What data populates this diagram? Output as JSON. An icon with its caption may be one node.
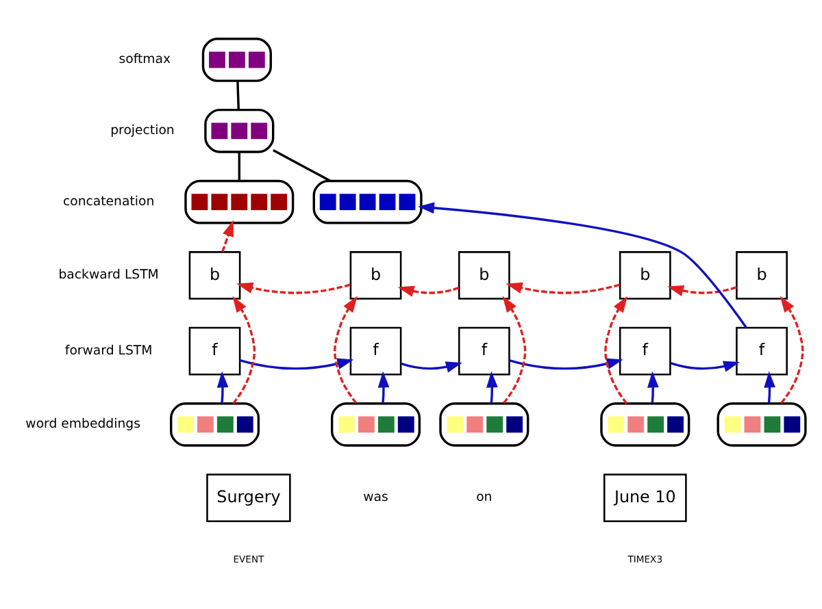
{
  "diagram": {
    "nodes": [
      {
        "text": [],
        "shape": "bar"
      },
      {
        "text": [],
        "shape": "bar"
      },
      {
        "text": [],
        "shape": "bar"
      },
      {
        "text": [],
        "shape": "bar"
      },
      {
        "text": [
          "b"
        ]
      },
      {
        "text": [
          "b"
        ]
      },
      {
        "text": [
          "b"
        ]
      },
      {
        "text": [
          "b"
        ]
      },
      {
        "text": [
          "b"
        ]
      },
      {
        "text": [
          "f"
        ]
      },
      {
        "text": [
          "f"
        ]
      },
      {
        "text": [
          "f"
        ]
      },
      {
        "text": [
          "f"
        ]
      },
      {
        "text": [
          "f"
        ]
      },
      {
        "text": [],
        "shape": "bar"
      },
      {
        "text": [],
        "shape": "bar"
      },
      {
        "text": [],
        "shape": "bar"
      },
      {
        "text": [],
        "shape": "bar"
      },
      {
        "text": [],
        "shape": "bar"
      },
      {
        "text": [
          "Surgery"
        ],
        "beside": [
          "EVENT"
        ]
      },
      {
        "text": [
          "June 10"
        ],
        "beside": [
          "TIMEX3"
        ]
      }
    ],
    "edges": [
      {
        "from": 1,
        "to": 0,
        "arrow": "none",
        "color": "#000000"
      },
      {
        "from": 2,
        "to": 1,
        "arrow": "none",
        "color": "#000000"
      },
      {
        "from": 3,
        "to": 1,
        "arrow": "none",
        "color": "#000000"
      },
      {
        "from": 4,
        "to": 2,
        "arrow": "to",
        "style": "dashed",
        "color": "#e02020"
      },
      {
        "from": 13,
        "to": 3,
        "arrow": "to",
        "color": "#1010c0"
      },
      {
        "from": 8,
        "to": 7,
        "arrow": "to",
        "style": "dashed",
        "color": "#e02020"
      },
      {
        "from": 7,
        "to": 6,
        "arrow": "to",
        "style": "dashed",
        "color": "#e02020"
      },
      {
        "from": 6,
        "to": 5,
        "arrow": "to",
        "style": "dashed",
        "color": "#e02020"
      },
      {
        "from": 5,
        "to": 4,
        "arrow": "to",
        "style": "dashed",
        "color": "#e02020"
      },
      {
        "from": 9,
        "to": 10,
        "arrow": "to",
        "color": "#1010c0"
      },
      {
        "from": 10,
        "to": 11,
        "arrow": "to",
        "color": "#1010c0"
      },
      {
        "from": 11,
        "to": 12,
        "arrow": "to",
        "color": "#1010c0"
      },
      {
        "from": 12,
        "to": 13,
        "arrow": "to",
        "color": "#1010c0"
      },
      {
        "from": 14,
        "to": 9,
        "arrow": "to",
        "color": "#1010c0"
      },
      {
        "from": 15,
        "to": 10,
        "arrow": "to",
        "color": "#1010c0"
      },
      {
        "from": 16,
        "to": 11,
        "arrow": "to",
        "color": "#1010c0"
      },
      {
        "from": 17,
        "to": 12,
        "arrow": "to",
        "color": "#1010c0"
      },
      {
        "from": 18,
        "to": 13,
        "arrow": "to",
        "color": "#1010c0"
      },
      {
        "from": 14,
        "to": 4,
        "arrow": "to",
        "style": "dashed",
        "color": "#e02020"
      },
      {
        "from": 15,
        "to": 5,
        "arrow": "to",
        "style": "dashed",
        "color": "#e02020"
      },
      {
        "from": 16,
        "to": 6,
        "arrow": "to",
        "style": "dashed",
        "color": "#e02020"
      },
      {
        "from": 17,
        "to": 7,
        "arrow": "to",
        "style": "dashed",
        "color": "#e02020"
      },
      {
        "from": 18,
        "to": 8,
        "arrow": "to",
        "style": "dashed",
        "color": "#e02020"
      }
    ],
    "labels": [
      "softmax",
      "projection",
      "concatenation",
      "backward LSTM",
      "forward LSTM",
      "word embeddings",
      "was",
      "on"
    ]
  }
}
